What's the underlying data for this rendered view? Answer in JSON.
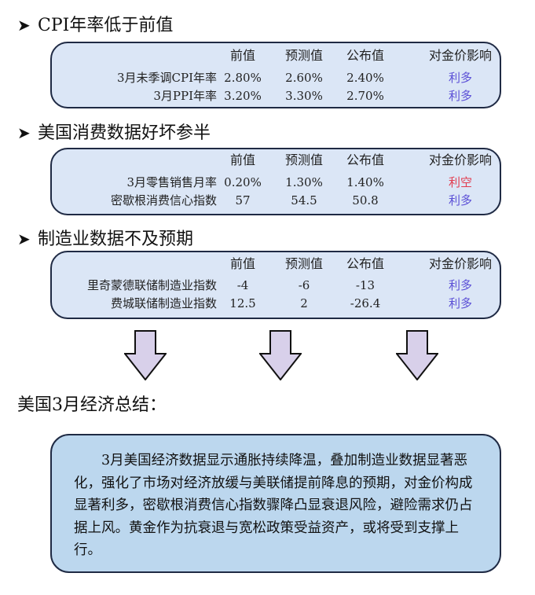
{
  "sections": [
    {
      "title": "CPI年率低于前值",
      "headers": [
        "前值",
        "预测值",
        "公布值",
        "对金价影响"
      ],
      "rows": [
        {
          "name": "3月未季调CPI年率",
          "prev": "2.80%",
          "forecast": "2.60%",
          "actual": "2.40%",
          "impact": "利多",
          "impact_type": "bull"
        },
        {
          "name": "3月PPI年率",
          "prev": "3.20%",
          "forecast": "3.30%",
          "actual": "2.70%",
          "impact": "利多",
          "impact_type": "bull"
        }
      ]
    },
    {
      "title": "美国消费数据好坏参半",
      "headers": [
        "前值",
        "预测值",
        "公布值",
        "对金价影响"
      ],
      "rows": [
        {
          "name": "3月零售销售月率",
          "prev": "0.20%",
          "forecast": "1.30%",
          "actual": "1.40%",
          "impact": "利空",
          "impact_type": "bear"
        },
        {
          "name": "密歇根消费信心指数",
          "prev": "57",
          "forecast": "54.5",
          "actual": "50.8",
          "impact": "利多",
          "impact_type": "bull"
        }
      ]
    },
    {
      "title": "制造业数据不及预期",
      "headers": [
        "前值",
        "预测值",
        "公布值",
        "对金价影响"
      ],
      "rows": [
        {
          "name": "里奇蒙德联储制造业指数",
          "prev": "-4",
          "forecast": "-6",
          "actual": "-13",
          "impact": "利多",
          "impact_type": "bull"
        },
        {
          "name": "费城联储制造业指数",
          "prev": "12.5",
          "forecast": "2",
          "actual": "-26.4",
          "impact": "利多",
          "impact_type": "bull"
        }
      ]
    }
  ],
  "summary": {
    "title": "美国3月经济总结：",
    "text": "3月美国经济数据显示通胀持续降温，叠加制造业数据显著恶化，强化了市场对经济放缓与美联储提前降息的预期，对金价构成显著利多，密歇根消费信心指数骤降凸显衰退风险，避险需求仍占据上风。黄金作为抗衰退与宽松政策受益资产，或将受到支撑上行。"
  },
  "colors": {
    "bull": "#5b4fd6",
    "bear": "#e23c4f",
    "panel": "#dbe6f6",
    "summary_panel": "#bcd7ee",
    "arrow_fill": "#d8d0ea"
  }
}
